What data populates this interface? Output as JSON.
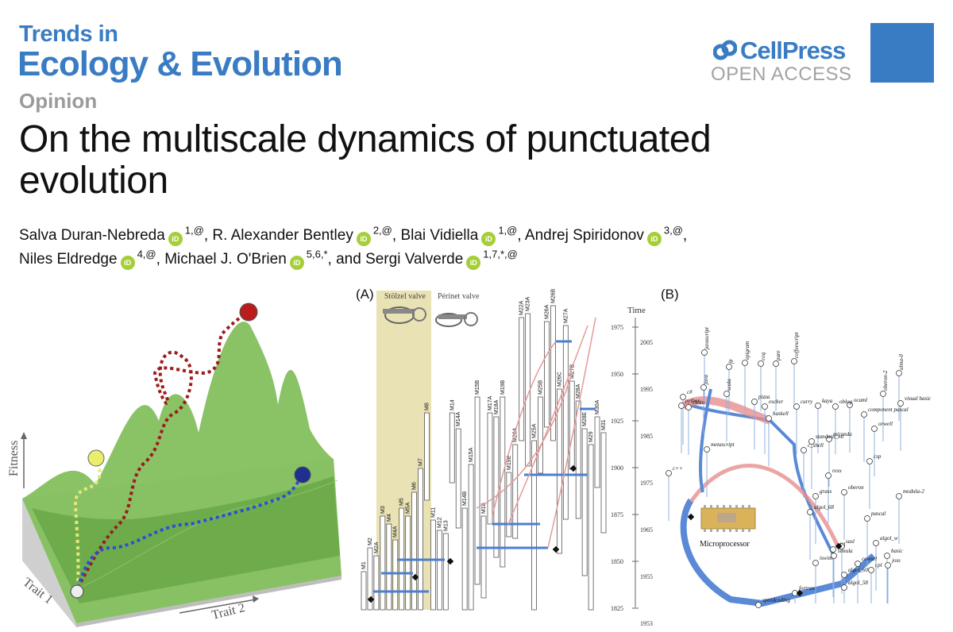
{
  "journal": {
    "line1": "Trends in",
    "line2": "Ecology & Evolution"
  },
  "article_type": "Opinion",
  "title": "On the multiscale dynamics of punctuated evolution",
  "authors": [
    {
      "name": "Salva Duran-Nebreda",
      "affil": "1,@",
      "sep": ", "
    },
    {
      "name": "R. Alexander Bentley",
      "affil": "2,@",
      "sep": ", "
    },
    {
      "name": "Blai Vidiella",
      "affil": "1,@",
      "sep": ", "
    },
    {
      "name": "Andrej Spiridonov",
      "affil": "3,@",
      "sep": ","
    },
    {
      "name": "Niles Eldredge",
      "affil": "4,@",
      "sep": ", "
    },
    {
      "name": "Michael J. O'Brien",
      "affil": "5,6,*",
      "sep": ", and "
    },
    {
      "name": "Sergi Valverde",
      "affil": "1,7,*,@",
      "sep": ""
    }
  ],
  "orcid_label": "iD",
  "publisher": {
    "name": "CellPress",
    "sub": "OPEN ACCESS",
    "brand_color": "#3a7cc3"
  },
  "figure": {
    "landscape": {
      "y_label": "Fitness",
      "x1_label": "Trait 1",
      "x2_label": "Trait 2"
    },
    "panel_a": {
      "label": "(A)",
      "valve_1": "Stölzel valve",
      "valve_2": "Périnet valve",
      "models": [
        "M1",
        "M2",
        "M2A",
        "M3",
        "M4",
        "M4A",
        "M5",
        "M5A",
        "M6",
        "M7",
        "M8",
        "M11",
        "M12",
        "M13",
        "M14",
        "M14A",
        "M14B",
        "M15A",
        "M15B",
        "M16",
        "M17A",
        "M18A",
        "M19B",
        "M19E",
        "M20A",
        "M22A",
        "M23A",
        "M25A",
        "M25B",
        "M26A",
        "M26B",
        "M26C",
        "M27A",
        "M27B",
        "M28A",
        "M28E",
        "M29",
        "M30A",
        "M31"
      ]
    },
    "panel_b": {
      "label": "(B)",
      "time_label": "Time",
      "time_left": [
        "1975",
        "1950",
        "1925",
        "1900",
        "1875",
        "1850",
        "1825"
      ],
      "time_right": [
        "2005",
        "1995",
        "1985",
        "1975",
        "1965",
        "1955",
        "1953"
      ],
      "languages": [
        "javascript",
        "c#",
        "f#",
        "epigram",
        "coq",
        "pure",
        "coffeescript",
        "python",
        "java",
        "scala",
        "pizza",
        "escher",
        "curry",
        "kaya",
        "clean",
        "haskell",
        "ocaml",
        "component pascal",
        "oberon-2",
        "alma-0",
        "visual basic",
        "oblog",
        "metascript",
        "c++",
        "c_shell",
        "miranda",
        "standard_ml",
        "orwell",
        "oberon",
        "rexx",
        "csp",
        "modula-2",
        "grass",
        "algol_68",
        "sasl",
        "simula",
        "iswim",
        "pascal",
        "pl/1",
        "cowsel",
        "cpl",
        "algol_w",
        "basic",
        "joss",
        "algol_60",
        "algol_58",
        "fortran",
        "speedcoding"
      ],
      "microprocessor_label": "Microprocessor"
    }
  }
}
